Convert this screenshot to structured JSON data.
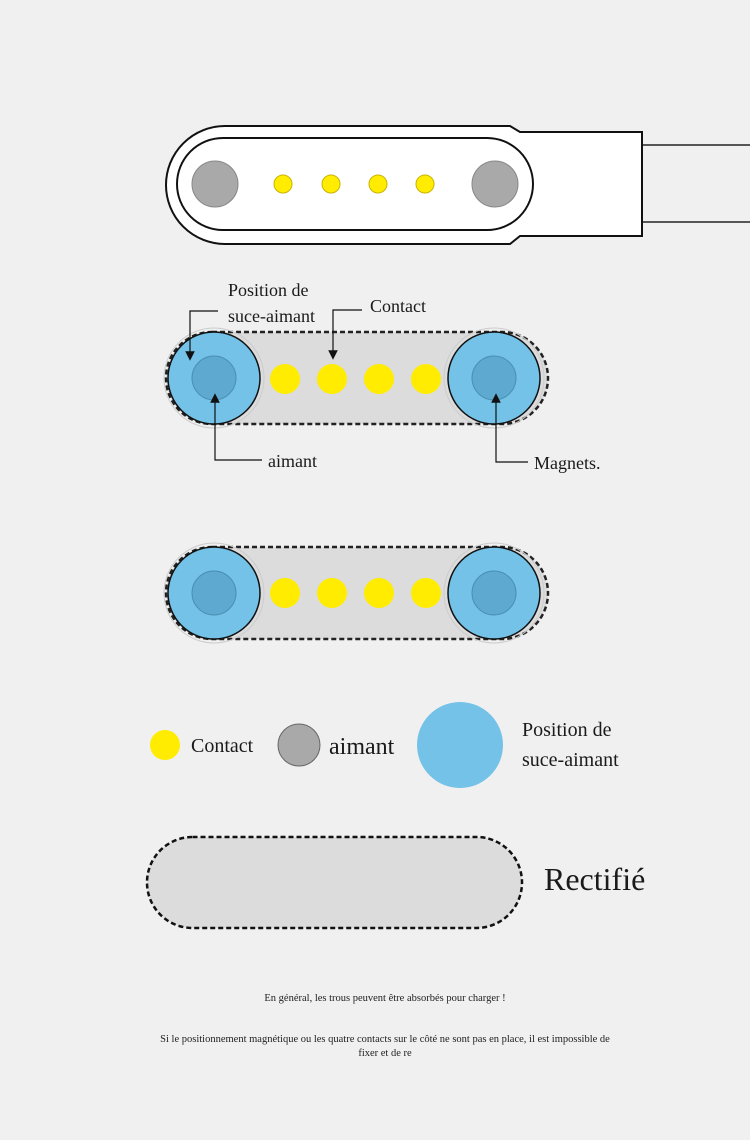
{
  "labels": {
    "suction_position": [
      "Position de",
      "suce-aimant"
    ],
    "contact": "Contact",
    "magnet": "aimant",
    "magnets": "Magnets."
  },
  "legend": {
    "contact": "Contact",
    "magnet": "aimant",
    "suction_position": [
      "Position de",
      "suce-aimant"
    ]
  },
  "rectified": "Rectifié",
  "notes": [
    "En général, les trous peuvent être absorbés pour charger !",
    "Si le positionnement magnétique ou les quatre contacts sur le côté ne sont pas en place, il est impossible de fixer et de re"
  ],
  "colors": {
    "contact": "#ffec00",
    "magnet": "#a9a9a9",
    "suction": "#74c2e8",
    "inner_magnet": "#5ea9cf",
    "body": "#dcdcdc",
    "background": "#f0f0f0"
  }
}
